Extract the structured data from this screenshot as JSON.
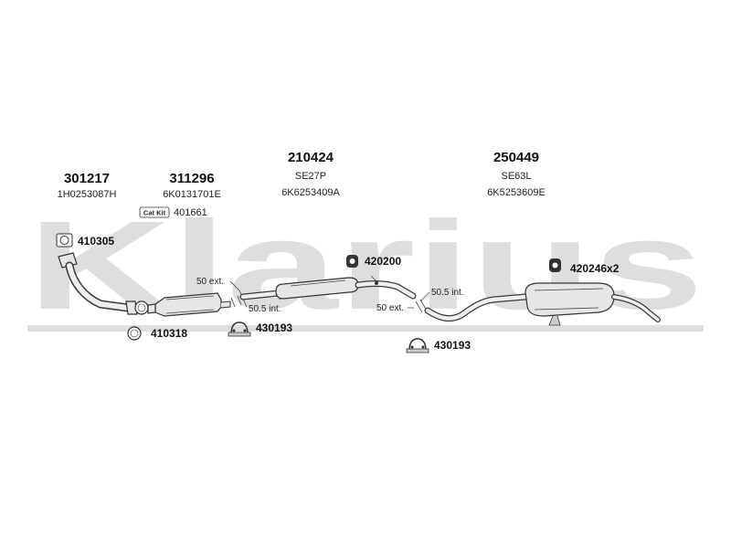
{
  "watermark": "Klarius",
  "parts": [
    {
      "number": "301217",
      "oe": "1H0253087H"
    },
    {
      "number": "311296",
      "oe": "6K0131701E"
    },
    {
      "number": "210424",
      "code": "SE27P",
      "oe": "6K6253409A"
    },
    {
      "number": "250449",
      "code": "SE63L",
      "oe": "6K5253609E"
    }
  ],
  "cat_kit": {
    "badge": "Cat Kit",
    "number": "401661"
  },
  "fittings": [
    {
      "number": "410305",
      "icon": "flange-gasket-icon"
    },
    {
      "number": "410318",
      "icon": "ring-gasket-icon"
    },
    {
      "number": "430193",
      "icon": "clamp-icon"
    },
    {
      "number": "420200",
      "icon": "rubber-mount-icon"
    },
    {
      "number": "430193",
      "icon": "clamp-icon"
    },
    {
      "number": "420246x2",
      "icon": "rubber-mount-icon"
    }
  ],
  "dimensions": [
    {
      "text": "50 ext."
    },
    {
      "text": "50.5 int."
    },
    {
      "text": "50.5 int."
    },
    {
      "text": "50 ext."
    }
  ]
}
